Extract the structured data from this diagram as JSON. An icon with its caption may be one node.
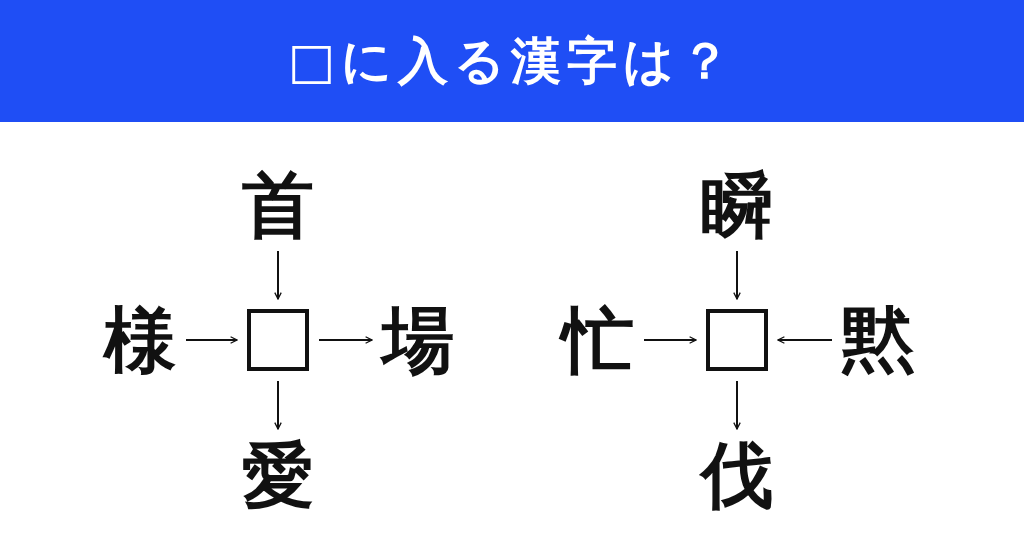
{
  "diagram": {
    "title": "□に入る漢字は？",
    "nodes": [
      {
        "text": [
          "首"
        ]
      },
      {
        "text": [
          "瞬"
        ]
      },
      {
        "text": [
          "様"
        ]
      },
      {
        "text": [],
        "shape": "box"
      },
      {
        "text": [
          "場"
        ]
      },
      {
        "text": [
          "忙"
        ]
      },
      {
        "text": [],
        "shape": "box"
      },
      {
        "text": [
          "黙"
        ]
      },
      {
        "text": [
          "愛"
        ]
      },
      {
        "text": [
          "伐"
        ]
      }
    ],
    "edges": [
      {
        "from": 0,
        "to": 3,
        "arrow": "to"
      },
      {
        "from": 2,
        "to": 3,
        "arrow": "to"
      },
      {
        "from": 3,
        "to": 4,
        "arrow": "to"
      },
      {
        "from": 3,
        "to": 8,
        "arrow": "to"
      },
      {
        "from": 1,
        "to": 6,
        "arrow": "to"
      },
      {
        "from": 5,
        "to": 6,
        "arrow": "to"
      },
      {
        "from": 7,
        "to": 6,
        "arrow": "to"
      },
      {
        "from": 6,
        "to": 9,
        "arrow": "to"
      }
    ]
  }
}
